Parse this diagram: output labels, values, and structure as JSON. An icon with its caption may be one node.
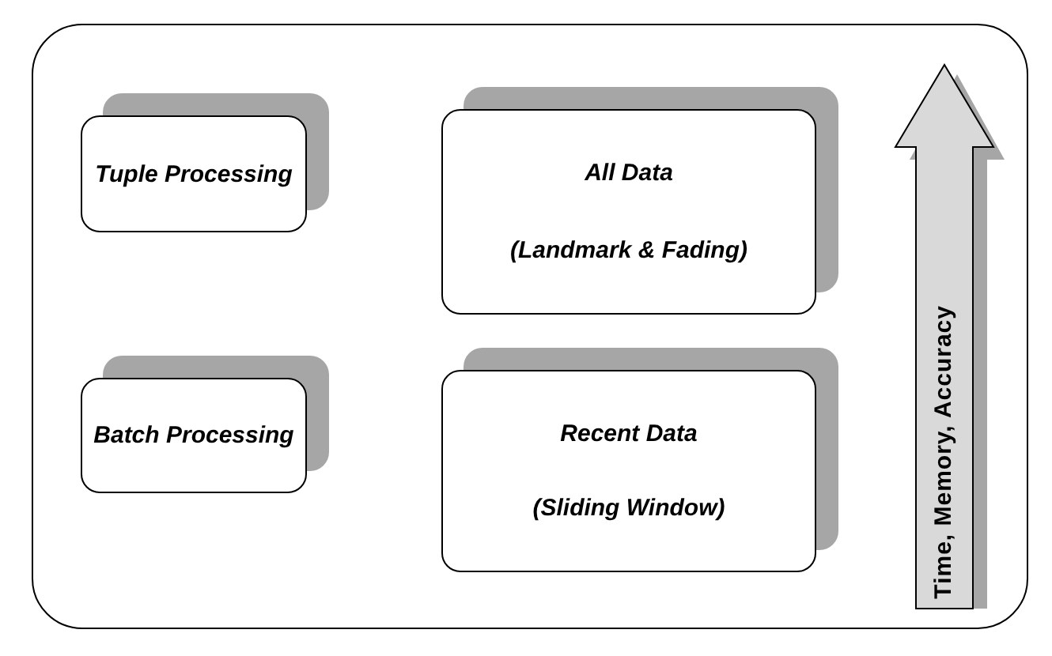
{
  "diagram": {
    "nodes": [
      {
        "text": [],
        "shape": "box"
      },
      {
        "text": [
          "Tuple Processing"
        ],
        "in": 0
      },
      {
        "text": [
          "All Data",
          "(Landmark & Fading)"
        ],
        "in": 0
      },
      {
        "text": [
          "Batch Processing"
        ],
        "in": 0
      },
      {
        "text": [
          "Recent Data",
          "(Sliding Window)"
        ],
        "in": 0
      },
      {
        "text": [
          "Time, Memory, Accuracy"
        ],
        "in": 0
      }
    ]
  }
}
